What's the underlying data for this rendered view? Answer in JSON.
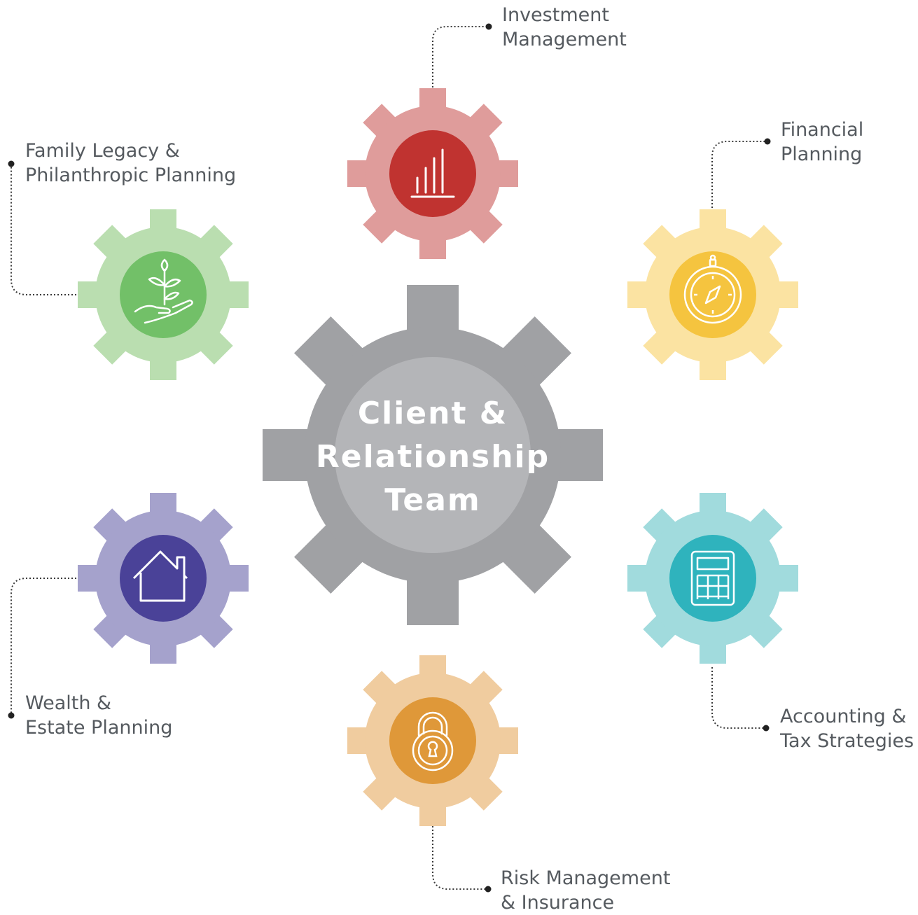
{
  "center": {
    "line1": "Client &",
    "line2": "Relationship",
    "line3": "Team",
    "gear_color": "#a0a1a4",
    "hub_color": "#b4b5b8"
  },
  "nodes": [
    {
      "id": "investment",
      "line1": "Investment",
      "line2": "Management",
      "icon": "bar-chart-icon",
      "gear_color": "#df9c9b",
      "hub_color": "#c03330"
    },
    {
      "id": "financial",
      "line1": "Financial",
      "line2": "Planning",
      "icon": "compass-icon",
      "gear_color": "#fbe3a2",
      "hub_color": "#f5c43f"
    },
    {
      "id": "accounting",
      "line1": "Accounting &",
      "line2": "Tax Strategies",
      "icon": "calculator-icon",
      "gear_color": "#a1dbdd",
      "hub_color": "#2fb3bd"
    },
    {
      "id": "risk",
      "line1": "Risk Management",
      "line2": "& Insurance",
      "icon": "padlock-icon",
      "gear_color": "#f0cc9f",
      "hub_color": "#df9839"
    },
    {
      "id": "wealth",
      "line1": "Wealth &",
      "line2": "Estate Planning",
      "icon": "house-icon",
      "gear_color": "#a5a2cc",
      "hub_color": "#4a4298"
    },
    {
      "id": "family",
      "line1": "Family Legacy &",
      "line2": "Philanthropic Planning",
      "icon": "plant-in-hand-icon",
      "gear_color": "#badeb0",
      "hub_color": "#72c068"
    }
  ],
  "colors": {
    "text": "#555a5f",
    "connector": "#3a3a3a"
  }
}
